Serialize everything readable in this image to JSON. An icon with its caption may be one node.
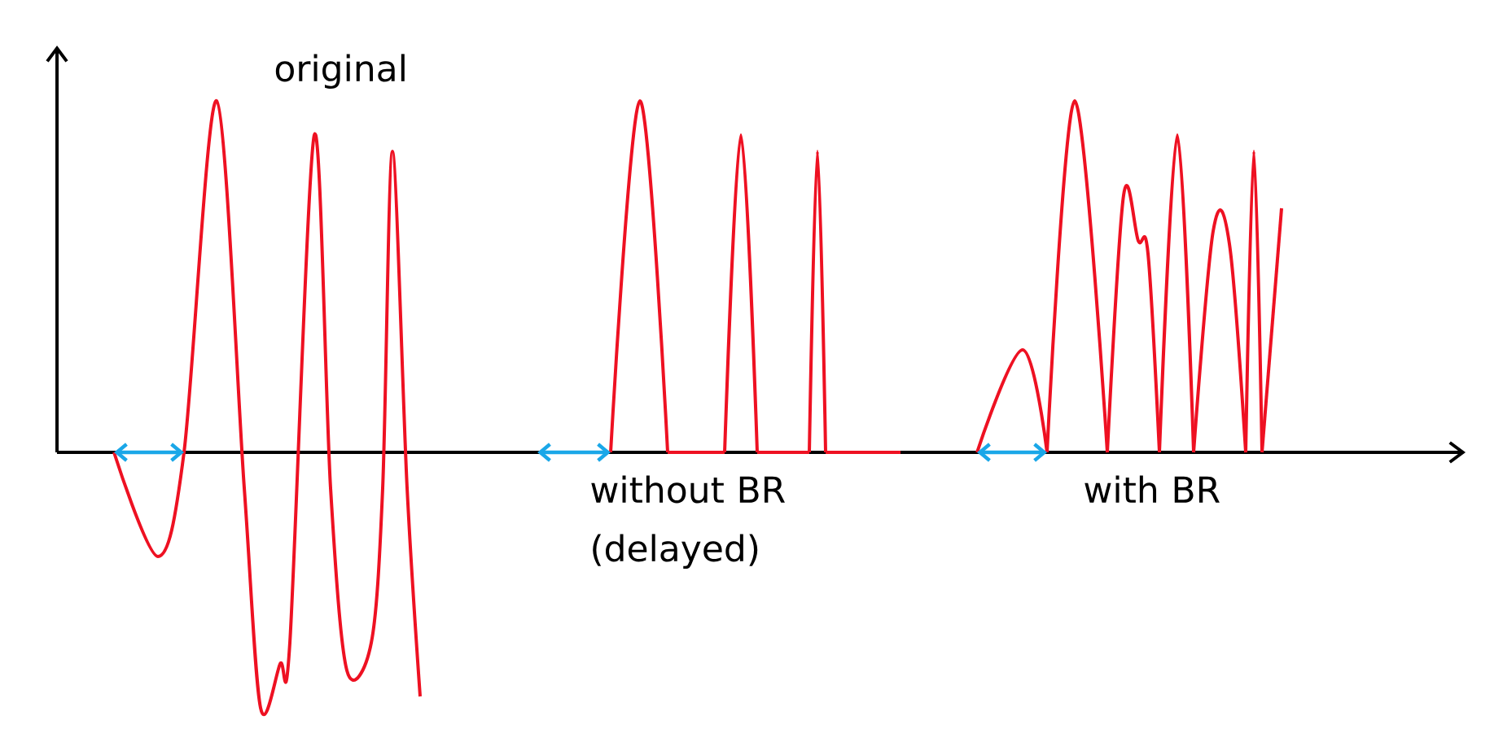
{
  "diagram": {
    "labels": [
      "original",
      "without BR (delayed)",
      "with BR"
    ]
  }
}
